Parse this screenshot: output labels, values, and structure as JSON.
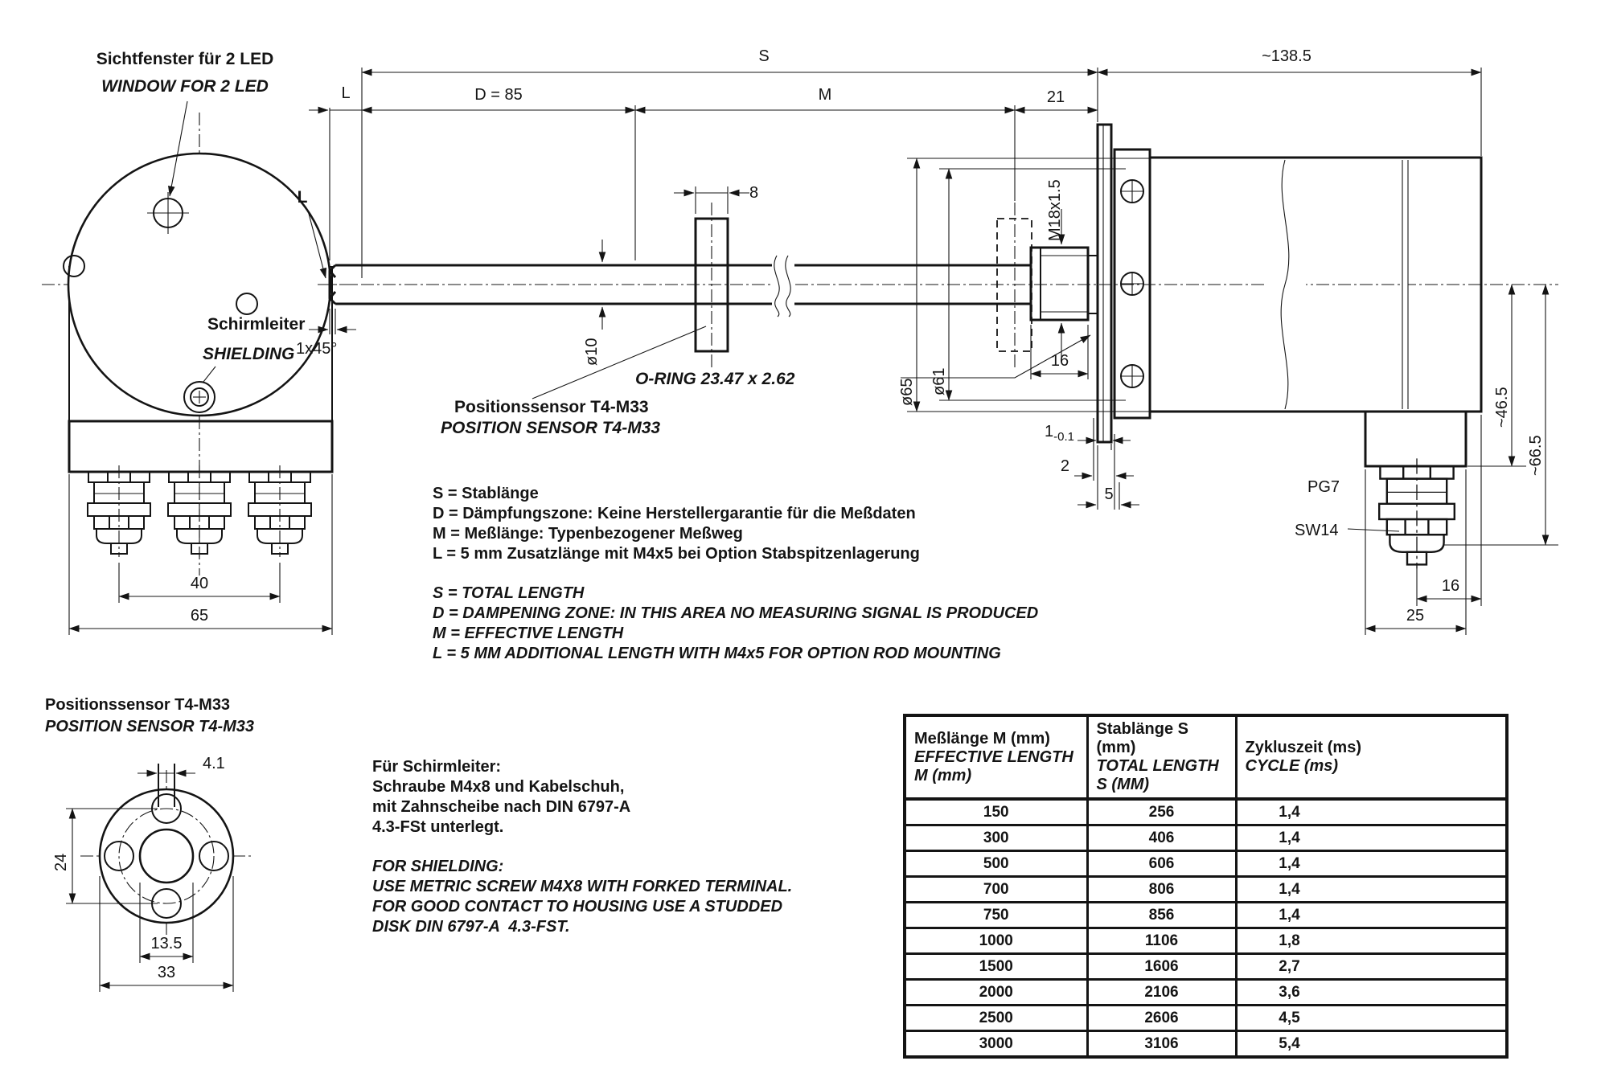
{
  "front_view": {
    "window_label_de": "Sichtfenster für 2 LED",
    "window_label_en": "WINDOW FOR 2 LED",
    "shield_label_de": "Schirmleiter",
    "shield_label_en": "SHIELDING",
    "dim_40": "40",
    "dim_65": "65"
  },
  "side_view": {
    "dim_S": "S",
    "dim_L_top": "L",
    "dim_L_leader": "L",
    "dim_D": "D = 85",
    "dim_M": "M",
    "dim_21": "21",
    "dim_138": "~138.5",
    "dim_8": "8",
    "chamfer": "1x45°",
    "dim_d10": "ø10",
    "dim_d65": "ø65",
    "dim_d61": "ø61",
    "thread": "M18x1.5",
    "dim_16_flange": "16",
    "dim_1": "1",
    "dim_1_tol": "-0.1",
    "dim_2": "2",
    "dim_5": "5",
    "oring_label": "O-RING 23.47 x 2.62",
    "sensor_label_de": "Positionssensor T4-M33",
    "sensor_label_en": "POSITION SENSOR T4-M33",
    "gland_thread": "PG7",
    "gland_hex": "SW14",
    "dim_46": "~46.5",
    "dim_66": "~66.5",
    "dim_16_gland": "16",
    "dim_25": "25"
  },
  "legend": {
    "de": [
      "S = Stablänge",
      "D = Dämpfungszone: Keine Herstellergarantie für die Meßdaten",
      "M = Meßlänge: Typenbezogener Meßweg",
      "L = 5 mm Zusatzlänge mit M4x5 bei Option Stabspitzenlagerung"
    ],
    "en": [
      "S = TOTAL LENGTH",
      "D = DAMPENING ZONE: IN THIS AREA NO MEASURING SIGNAL IS PRODUCED",
      "M = EFFECTIVE LENGTH",
      "L = 5 MM ADDITIONAL LENGTH WITH M4x5 FOR OPTION ROD MOUNTING"
    ]
  },
  "flange_view": {
    "title_de": "Positionssensor T4-M33",
    "title_en": "POSITION SENSOR T4-M33",
    "dim_41": "4.1",
    "dim_24": "24",
    "dim_135": "13.5",
    "dim_33": "33"
  },
  "shielding_note": {
    "de": [
      "Für Schirmleiter:",
      "Schraube M4x8 und Kabelschuh,",
      "mit Zahnscheibe nach DIN 6797-A",
      "4.3-FSt unterlegt."
    ],
    "en": [
      "FOR SHIELDING:",
      "USE METRIC SCREW M4X8 WITH FORKED TERMINAL.",
      "FOR GOOD CONTACT TO HOUSING USE A STUDDED",
      "DISK DIN 6797-A  4.3-FST."
    ]
  },
  "table": {
    "headers": [
      {
        "de": "Meßlänge M (mm)",
        "en": "EFFECTIVE LENGTH M (mm)"
      },
      {
        "de": "Stablänge S (mm)",
        "en": "TOTAL LENGTH S (MM)"
      },
      {
        "de": "Zykluszeit (ms)",
        "en": "CYCLE (ms)"
      }
    ],
    "rows": [
      [
        "150",
        "256",
        "1,4"
      ],
      [
        "300",
        "406",
        "1,4"
      ],
      [
        "500",
        "606",
        "1,4"
      ],
      [
        "700",
        "806",
        "1,4"
      ],
      [
        "750",
        "856",
        "1,4"
      ],
      [
        "1000",
        "1106",
        "1,8"
      ],
      [
        "1500",
        "1606",
        "2,7"
      ],
      [
        "2000",
        "2106",
        "3,6"
      ],
      [
        "2500",
        "2606",
        "4,5"
      ],
      [
        "3000",
        "3106",
        "5,4"
      ]
    ]
  }
}
